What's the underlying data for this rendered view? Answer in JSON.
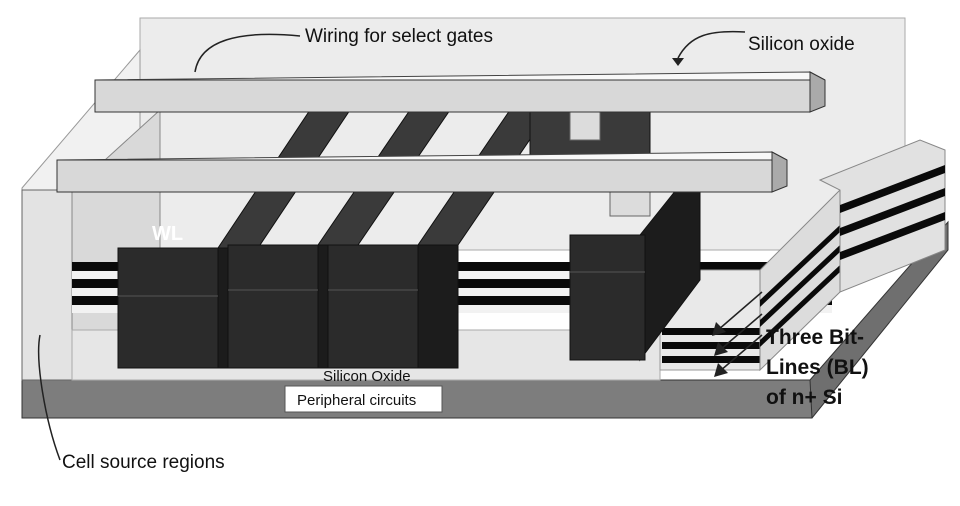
{
  "labels": {
    "wiring": "Wiring for select gates",
    "silicon_oxide_top": "Silicon oxide",
    "wl": "WL",
    "silicon_oxide_bottom": "Silicon Oxide",
    "peripheral": "Peripheral circuits",
    "cell_source": "Cell source regions",
    "bitlines_line1": "Three Bit-",
    "bitlines_line2": "Lines (BL)",
    "bitlines_line3": "of n+ Si"
  },
  "colors": {
    "oxide": "#e8e8e8",
    "base": "#7a7a7a",
    "gate": "#2b2b2b",
    "bitline_dark": "#0a0a0a",
    "bitline_light": "#f2f2f2"
  }
}
